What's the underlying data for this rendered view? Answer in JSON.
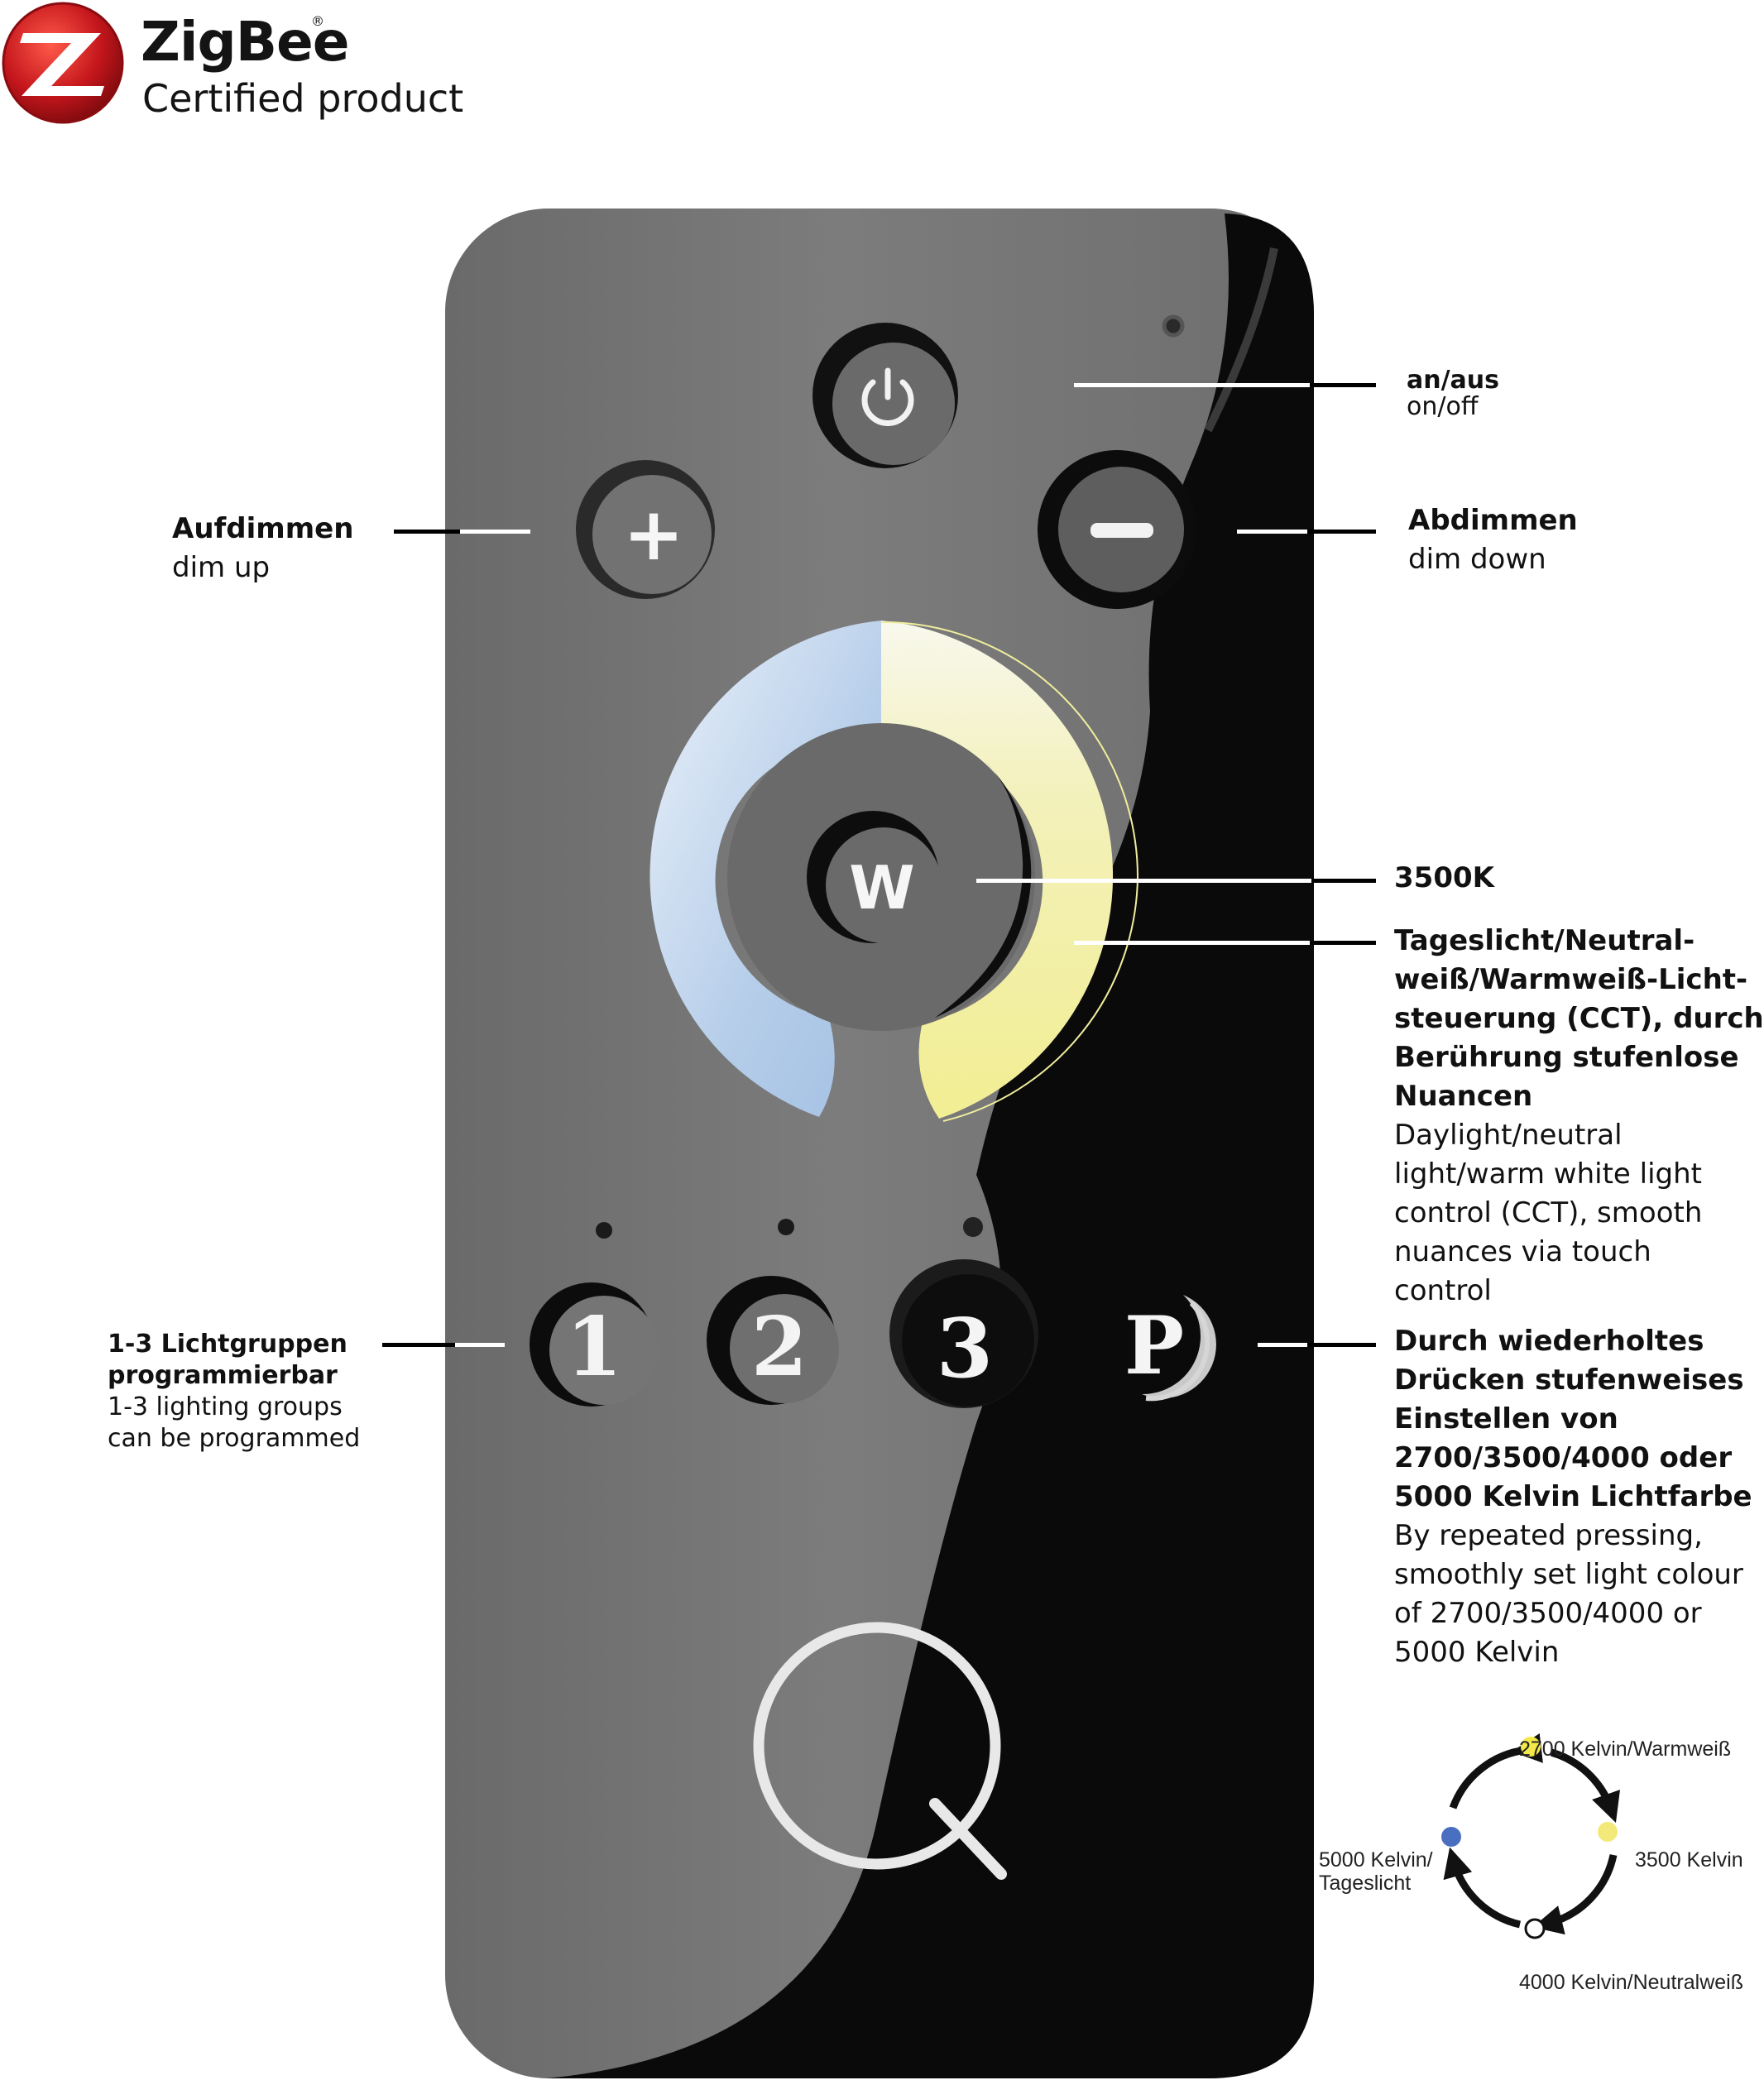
{
  "logo": {
    "name": "ZigBee",
    "registered": "®",
    "subtitle": "Certified product",
    "colors": {
      "red": "#c4161c",
      "dark": "#141414"
    }
  },
  "remote": {
    "buttons": {
      "plus": "+",
      "minus": "−",
      "w": "W",
      "g1": "1",
      "g2": "2",
      "g3": "3",
      "p": "P",
      "brand": "Q"
    },
    "ring_colors": {
      "cool": "#a9c6e8",
      "neutral": "#f3f4f2",
      "warm": "#f2ef9a"
    }
  },
  "annotations": {
    "power": {
      "de": "an/aus",
      "en": "on/off"
    },
    "dim_up": {
      "de": "Aufdimmen",
      "en": "dim up"
    },
    "dim_down": {
      "de": "Abdimmen",
      "en": "dim down"
    },
    "w_button": {
      "de": "3500K"
    },
    "cct": {
      "de": [
        "Tageslicht/Neutral-",
        "weiß/Warmweiß-Licht-",
        "steuerung (CCT), durch",
        "Berührung stufenlose",
        "Nuancen"
      ],
      "en": [
        "Daylight/neutral",
        "light/warm white light",
        "control (CCT), smooth",
        "nuances via touch",
        "control"
      ]
    },
    "groups": {
      "de": [
        "1-3 Lichtgruppen",
        "programmierbar"
      ],
      "en": [
        "1-3 lighting groups",
        "can be programmed"
      ]
    },
    "p_button": {
      "de": [
        "Durch wiederholtes",
        "Drücken stufenweises",
        "Einstellen von",
        "2700/3500/4000 oder",
        "5000 Kelvin Lichtfarbe"
      ],
      "en": [
        "By repeated pressing,",
        "smoothly set light colour",
        "of 2700/3500/4000 or",
        "5000 Kelvin"
      ]
    }
  },
  "cycle": {
    "top": "2700 Kelvin/Warmweiß",
    "right": "3500 Kelvin",
    "bottom": "4000 Kelvin/Neutralweiß",
    "left_line1": "5000 Kelvin/",
    "left_line2": "Tageslicht",
    "colors": {
      "2700": "#f3e84a",
      "3500": "#f3e87a",
      "4000": "#ffffff",
      "5000": "#4a6fc0"
    }
  }
}
